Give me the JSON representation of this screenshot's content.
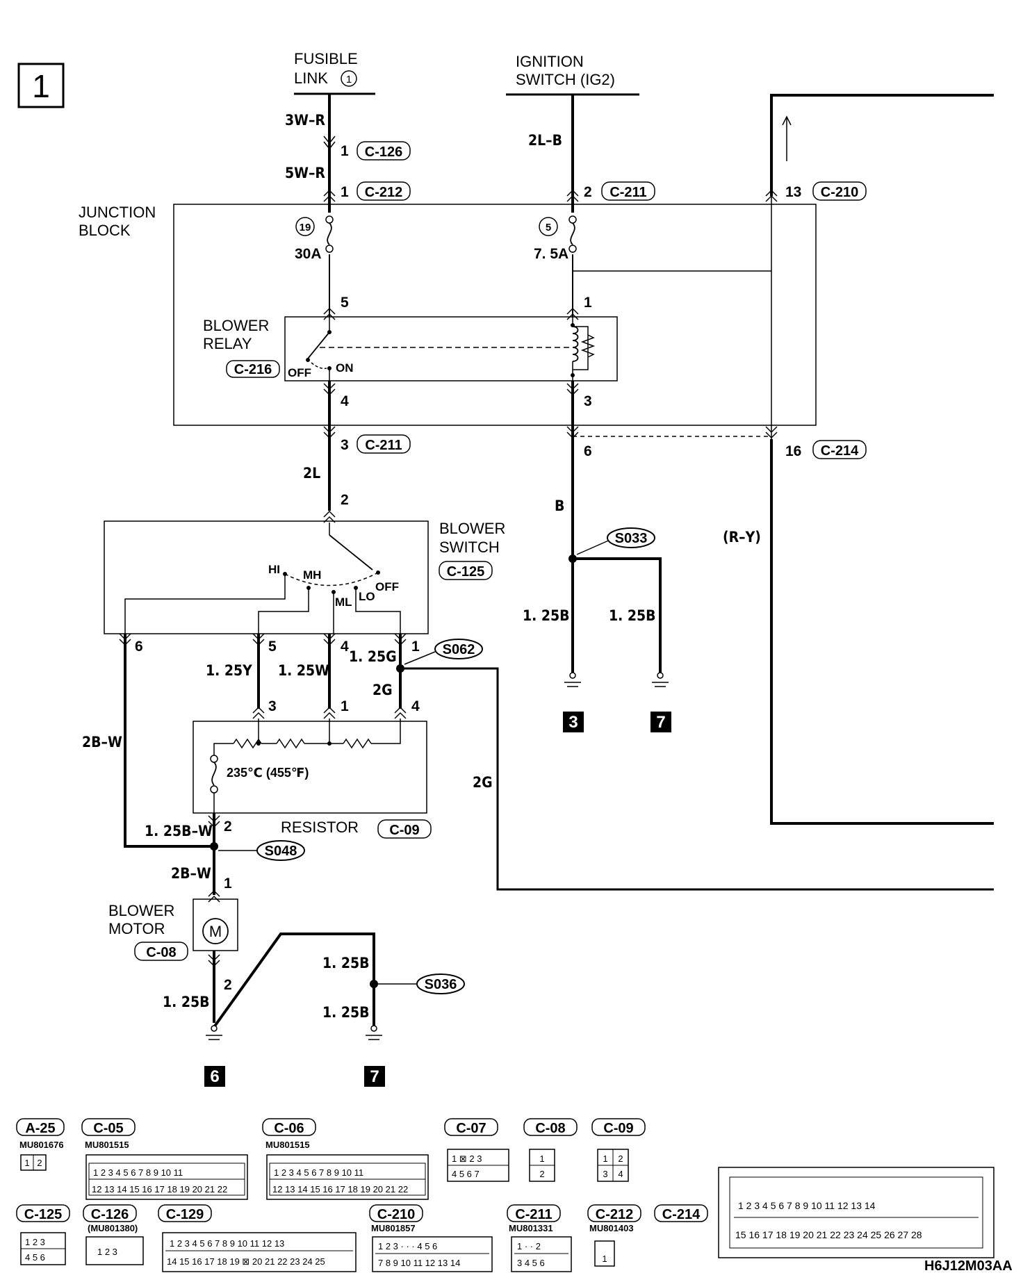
{
  "page_tag": "1",
  "doc_code": "H6J12M03AA",
  "sources": {
    "fusible_link": [
      "FUSIBLE",
      "LINK"
    ],
    "fusible_link_num": "1",
    "ignition": [
      "IGNITION",
      "SWITCH (IG2)"
    ]
  },
  "components": {
    "junction_block": [
      "JUNCTION",
      "BLOCK"
    ],
    "blower_relay": [
      "BLOWER",
      "RELAY"
    ],
    "blower_relay_conn": "C-216",
    "blower_switch": [
      "BLOWER",
      "SWITCH"
    ],
    "blower_switch_conn": "C-125",
    "resistor": "RESISTOR",
    "resistor_conn": "C-09",
    "blower_motor": [
      "BLOWER",
      "MOTOR"
    ],
    "blower_motor_conn": "C-08",
    "thermal_fuse": "235℃ (455℉)",
    "motor_symbol": "M"
  },
  "fuses": {
    "f19": {
      "num": "19",
      "rating": "30A"
    },
    "f5": {
      "num": "5",
      "rating": "7. 5A"
    }
  },
  "relay_states": {
    "on": "ON",
    "off": "OFF"
  },
  "switch_positions": {
    "hi": "HI",
    "mh": "MH",
    "ml": "ML",
    "lo": "LO",
    "off": "OFF"
  },
  "wires": {
    "w3wr": "3W–R",
    "w5wr": "5W–R",
    "w2lb": "2L–B",
    "w2l": "2L",
    "wb": "B",
    "wry": "(R–Y)",
    "w125b_a": "1. 25B",
    "w125b_b": "1. 25B",
    "w125y": "1. 25Y",
    "w125w": "1. 25W",
    "w125g": "1. 25G",
    "w2g_a": "2G",
    "w2g_b": "2G",
    "w2bw_a": "2B–W",
    "w125bw": "1. 25B–W",
    "w2bw_b": "2B–W",
    "w125b_c": "1. 25B",
    "w125b_d": "1. 25B",
    "w125b_e": "1. 25B"
  },
  "connectors": {
    "c126": "C-126",
    "c212": "C-212",
    "c211_a": "C-211",
    "c210": "C-210",
    "c211_b": "C-211",
    "c214": "C-214"
  },
  "pins": {
    "p1a": "1",
    "p1b": "1",
    "p2a": "2",
    "p13": "13",
    "p5": "5",
    "p1c": "1",
    "p4a": "4",
    "p3a": "3",
    "p3b": "3",
    "p6a": "6",
    "p16": "16",
    "p2b": "2",
    "p6b": "6",
    "p5b": "5",
    "p4b": "4",
    "p1d": "1",
    "p3c": "3",
    "p1e": "1",
    "p4c": "4",
    "p2c": "2",
    "p1f": "1",
    "p2d": "2"
  },
  "splices": {
    "s033": "S033",
    "s062": "S062",
    "s048": "S048",
    "s036": "S036"
  },
  "grounds": {
    "g3": "3",
    "g7a": "7",
    "g6": "6",
    "g7b": "7"
  },
  "connector_views": [
    {
      "id": "A-25",
      "part": "MU801676"
    },
    {
      "id": "C-05",
      "part": "MU801515"
    },
    {
      "id": "C-06",
      "part": "MU801515"
    },
    {
      "id": "C-07",
      "part": ""
    },
    {
      "id": "C-08",
      "part": ""
    },
    {
      "id": "C-09",
      "part": ""
    },
    {
      "id": "C-125",
      "part": ""
    },
    {
      "id": "C-126",
      "part": "(MU801380)"
    },
    {
      "id": "C-129",
      "part": ""
    },
    {
      "id": "C-210",
      "part": "MU801857"
    },
    {
      "id": "C-211",
      "part": "MU801331"
    },
    {
      "id": "C-212",
      "part": "MU801403"
    },
    {
      "id": "C-214",
      "part": ""
    }
  ]
}
